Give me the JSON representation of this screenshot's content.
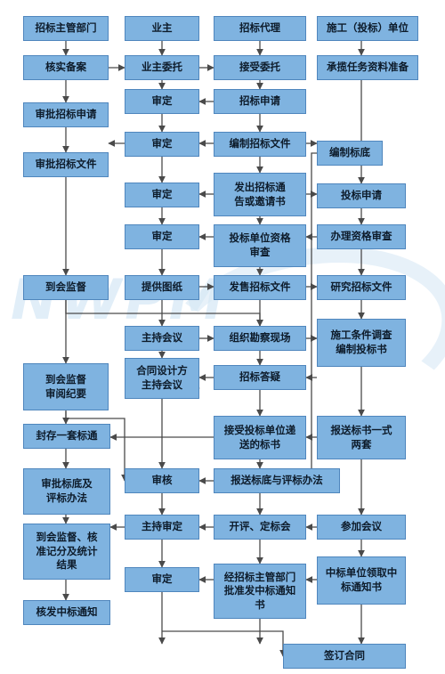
{
  "watermark": "NWPM",
  "boxes": {
    "zgbm": "招标主管部门",
    "yezhu": "业主",
    "zbdl": "招标代理",
    "sgdw": "施工（投标）单位",
    "hsba": "核实备案",
    "yzwt": "业主委托",
    "jswt": "接受委托",
    "clrw": "承揽任务资料准备",
    "shending1": "审定",
    "zbsq": "招标申请",
    "spzbsq": "审批招标申请",
    "shending2": "审定",
    "bzzbwj": "编制招标文件",
    "bzbd": "编制标底",
    "spzbwj": "审批招标文件",
    "shending3": "审定",
    "fczbtg": "发出招标通告或邀请书",
    "tbsq": "投标申请",
    "shending4": "审定",
    "tbdwzg": "投标单位资格审查",
    "blzgsc": "办理资格审查",
    "dhjd1": "到会监督",
    "tgtz": "提供图纸",
    "fszbwj": "发售招标文件",
    "yjzbwj": "研究招标文件",
    "zchy": "主持会议",
    "zzkcxc": "组织勘察现场",
    "sgtj": "施工条件调查编制投标书",
    "dhjd2": "到会监督审阅纪要",
    "htsjf": "合同设计方主持会议",
    "zbdy": "招标答疑",
    "jstbs": "接受投标单位递送的标书",
    "bstbs": "报送标书一式两套",
    "fcyt": "封存一套标通",
    "spbd": "审批标底及评标办法",
    "shenhe": "审核",
    "bsbd": "报送标底与评标办法",
    "dhjd3": "到会监督、核准记分及统计结果",
    "zcsd": "主持审定",
    "kpdb": "开评、定标会",
    "cjhy": "参加会议",
    "shending5": "审定",
    "jzbzg": "经招标主管部门批准发中标通知书",
    "zbdwlq": "中标单位领取中标通知书",
    "hfzbtz": "核发中标通知",
    "qdht": "签订合同"
  }
}
